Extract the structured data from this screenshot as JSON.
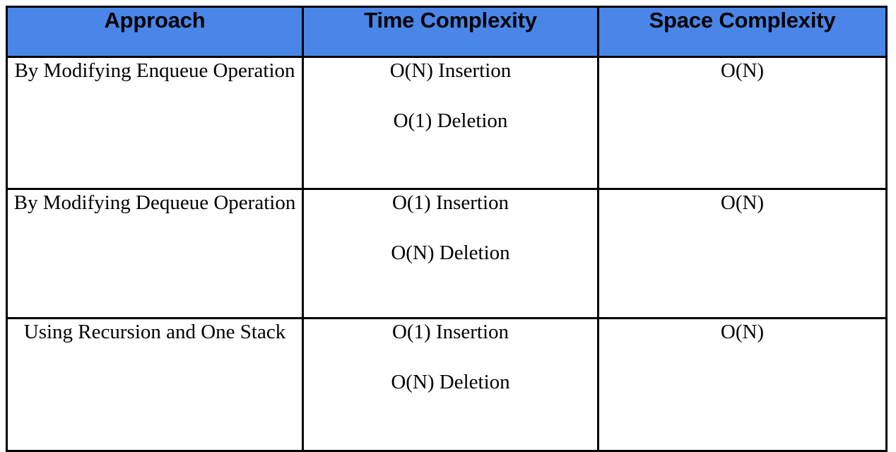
{
  "table": {
    "accent_color": "#4a86e8",
    "border_color": "#000000",
    "text_color": "#000000",
    "headers": [
      {
        "label": "Approach"
      },
      {
        "label": "Time Complexity"
      },
      {
        "label": "Space Complexity"
      }
    ],
    "rows": [
      {
        "approach": "By Modifying Enqueue Operation",
        "time_complexity": [
          "O(N) Insertion",
          "O(1) Deletion"
        ],
        "space_complexity": [
          "O(N)"
        ]
      },
      {
        "approach": "By Modifying Dequeue Operation",
        "time_complexity": [
          "O(1) Insertion",
          "O(N) Deletion"
        ],
        "space_complexity": [
          "O(N)"
        ]
      },
      {
        "approach": "Using Recursion and One Stack",
        "time_complexity": [
          "O(1) Insertion",
          "O(N) Deletion"
        ],
        "space_complexity": [
          "O(N)"
        ]
      }
    ]
  }
}
